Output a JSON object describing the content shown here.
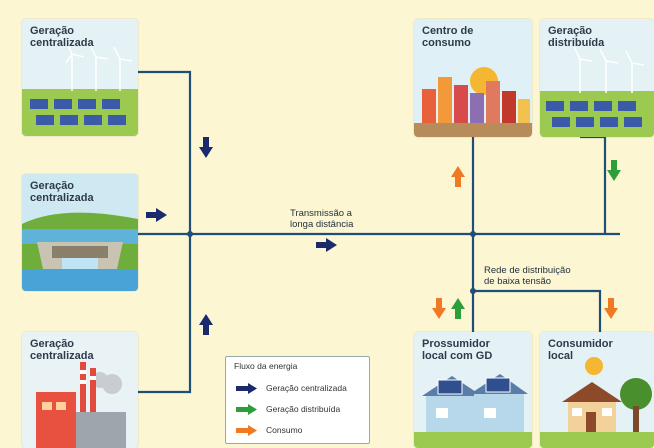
{
  "cards": {
    "gc1": {
      "label": "Geração\ncentralizada"
    },
    "gc2": {
      "label": "Geração\ncentralizada"
    },
    "gc3": {
      "label": "Geração\ncentralizada"
    },
    "consumo": {
      "label": "Centro de\nconsumo"
    },
    "gd": {
      "label": "Geração\ndistribuída"
    },
    "prossumidor": {
      "label": "Prossumidor\nlocal com GD"
    },
    "consumidor": {
      "label": "Consumidor\nlocal"
    }
  },
  "labels": {
    "transmission": "Transmissão a\nlonga distância",
    "distribution": "Rede de distribuição\nde baixa tensão"
  },
  "legend": {
    "title": "Fluxo da energia",
    "items": [
      {
        "label": "Geração centralizada",
        "color": "#1a2a6c"
      },
      {
        "label": "Geração distribuída",
        "color": "#2e9e3a"
      },
      {
        "label": "Consumo",
        "color": "#f07a23"
      }
    ]
  },
  "colors": {
    "line": "#1f4e79",
    "background": "#fdf6d3"
  }
}
